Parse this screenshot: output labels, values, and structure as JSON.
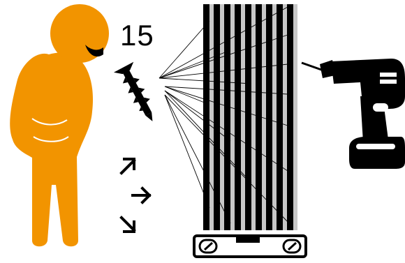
{
  "instruction": {
    "screw_count": "15"
  },
  "colors": {
    "figure": "#f29400",
    "ink": "#000000",
    "stripe_light": "#c8c8c8",
    "background": "#ffffff"
  },
  "icons": [
    "person-figure",
    "screw-icon",
    "arrow-up-right-icon",
    "arrow-right-icon",
    "arrow-down-right-icon",
    "wall-panel",
    "spirit-level-icon",
    "power-drill-icon"
  ]
}
